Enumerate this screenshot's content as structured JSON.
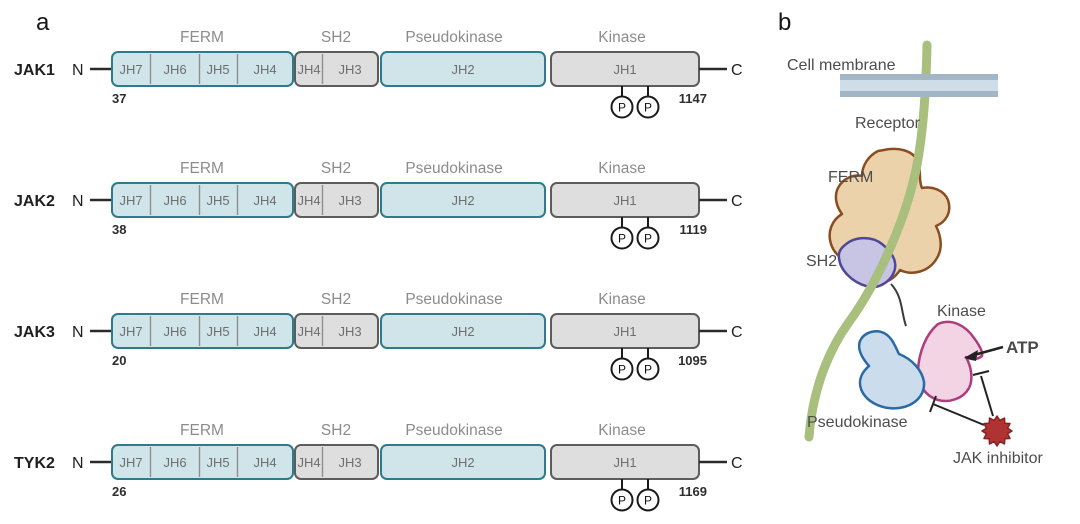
{
  "figure": {
    "type": "protein-domain-diagram",
    "description": "JAK family protein domain structure and signaling schematic"
  },
  "panel_a": {
    "label": "a",
    "terminus_n": "N",
    "terminus_c": "C",
    "phospho": "P",
    "domain_groups": [
      {
        "label": "FERM"
      },
      {
        "label": "SH2"
      },
      {
        "label": "Pseudokinase"
      },
      {
        "label": "Kinase"
      }
    ],
    "segments": {
      "ferm": [
        "JH7",
        "JH6",
        "JH5",
        "JH4"
      ],
      "sh2": [
        "JH4",
        "JH3"
      ],
      "pseudokinase": "JH2",
      "kinase": "JH1"
    },
    "rows": [
      {
        "name": "JAK1",
        "start": "37",
        "end": "1147"
      },
      {
        "name": "JAK2",
        "start": "38",
        "end": "1119"
      },
      {
        "name": "JAK3",
        "start": "20",
        "end": "1095"
      },
      {
        "name": "TYK2",
        "start": "26",
        "end": "1169"
      }
    ]
  },
  "panel_b": {
    "label": "b",
    "labels": {
      "cell_membrane": "Cell membrane",
      "receptor": "Receptor",
      "ferm": "FERM",
      "sh2": "SH2",
      "kinase": "Kinase",
      "pseudokinase": "Pseudokinase",
      "atp": "ATP",
      "jak_inhibitor": "JAK inhibitor"
    }
  },
  "colors": {
    "domain_blue_fill": "#cfe5ea",
    "domain_blue_border": "#2e7b8c",
    "domain_gray_fill": "#dedede",
    "domain_gray_border": "#5c5c5c",
    "membrane_light": "#cfdde9",
    "membrane_dark": "#a3b6c6",
    "receptor_green": "#a8bf7d",
    "ferm_fill": "#ebd2ab",
    "ferm_border": "#8a4d1f",
    "sh2_fill": "#c8c4e4",
    "sh2_border": "#4f4898",
    "pseudokinase_fill": "#cbdded",
    "pseudokinase_border": "#2b6aa2",
    "kinase_fill": "#f2d4e5",
    "kinase_border": "#af3d7e",
    "inhibitor_red": "#b03232",
    "inhibitor_red_dark": "#872222",
    "label_gray": "#8c8c8c",
    "text_dark": "#1f1f1f"
  }
}
